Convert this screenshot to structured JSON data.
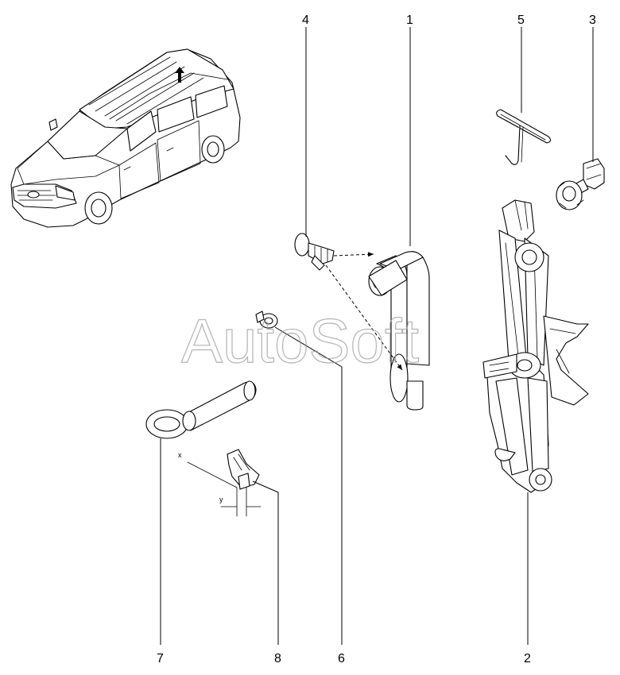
{
  "callouts": {
    "c1": "1",
    "c2": "2",
    "c3": "3",
    "c4": "4",
    "c5": "5",
    "c6": "6",
    "c7": "7",
    "c8": "8"
  },
  "dimension_labels": {
    "x": "x",
    "y": "y"
  },
  "watermark": "AutoSoft"
}
